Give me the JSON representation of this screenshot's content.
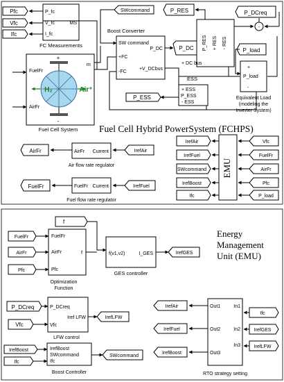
{
  "top": {
    "title": "Fuel Cell Hybrid PowerSystem (FCHPS)",
    "fc_measurements": {
      "label": "FC Measurements",
      "in_pfc": "P_fc",
      "in_vfc": "V_fc",
      "in_ifc": "I_fc",
      "out": "MS"
    },
    "tags": {
      "pfc": "Pfc",
      "vfc": "Vfc",
      "ifc": "Ifc",
      "sw": "SWcommand",
      "p_res": "P_RES",
      "p_dcreq": "P_DCreq",
      "p_dc": "P_DC",
      "p_load": "P_load",
      "p_ess": "P_ESS",
      "airfr": "AirFr",
      "fuelfr": "FuelFr",
      "irefair": "IrefAir",
      "reffuel": "IrefFuel"
    },
    "boost": {
      "label": "Boost Converter",
      "sw": "SW command",
      "pfc": "+FC",
      "nfc": "-FC",
      "pdc": "P_DC",
      "vdc": "+V_DCbus",
      "dcbus": "+ DC bus"
    },
    "fcs": {
      "label": "Fuel Cell System",
      "fuel": "FuelFr",
      "air": "AirFr",
      "h2": "H₂",
      "airp": "Air⁺",
      "m": "m",
      "plus": "+",
      "minus": "-"
    },
    "ess": {
      "label": "ESS",
      "plus": "+ ESS",
      "pess": "P_ESS",
      "minus": "- ESS"
    },
    "res": {
      "pres": "P_RES",
      "plus": "+ RES",
      "minus": "- RES"
    },
    "load": {
      "label1": "Equivalent Load",
      "label2": "(modeling the",
      "label3": "Inverter System)",
      "in": "P_load"
    },
    "sumblock": "-",
    "air_reg": {
      "label": "Air flow rate regulator",
      "in": "AirFr",
      "out": "Current"
    },
    "fuel_reg": {
      "label": "Fuel flow rate regulator",
      "in": "FuelFr",
      "out": "Current"
    },
    "emu_label": "EMU",
    "emu_inputs": [
      "Vfc",
      "FuelFr",
      "AirFr",
      "Pfc",
      "P_load"
    ],
    "emu_outputs": [
      "IrefAir",
      "IrefFuel",
      "SWcommand",
      "IrefBoost",
      "Ifc"
    ]
  },
  "bottom": {
    "heading": [
      "Energy",
      "Management",
      "Unit (EMU)"
    ],
    "f_tag": "f",
    "opt": {
      "label1": "Optimization",
      "label2": "Function",
      "in1": "FuelFr",
      "in2": "AirFr",
      "in3": "Pfc",
      "out": "f"
    },
    "opt_inputs": [
      "FuelFr",
      "AirFr",
      "Pfc"
    ],
    "ges": {
      "label": "GES controller",
      "fn": "f(v1,v2)",
      "out": "I_GES",
      "tag": "IrefGES"
    },
    "lfw": {
      "label": "LFW control",
      "in1": "P_DCreq",
      "in2": "Vfc",
      "port1": "P_DCreq",
      "port2": "Vfc",
      "out": "Iref LFW",
      "tag": "IrefLFW"
    },
    "boostc": {
      "label": "Boost Controller",
      "in1": "IrefBoost",
      "in2": "Ifc",
      "port1": "IrefBoost",
      "port2": "SWcommand",
      "port3": "Ifc",
      "tag": "SWcommand"
    },
    "rto": {
      "label": "RTO strategy setting",
      "outs": [
        "Out1",
        "Out2",
        "Out3"
      ],
      "ins": [
        "In1",
        "In2",
        "In3"
      ],
      "out_tags": [
        "IrefAir",
        "IrefFuel",
        "IrefBoost"
      ],
      "in_tags": [
        "Ifc",
        "IrefGES",
        "IrefLFW"
      ]
    }
  }
}
